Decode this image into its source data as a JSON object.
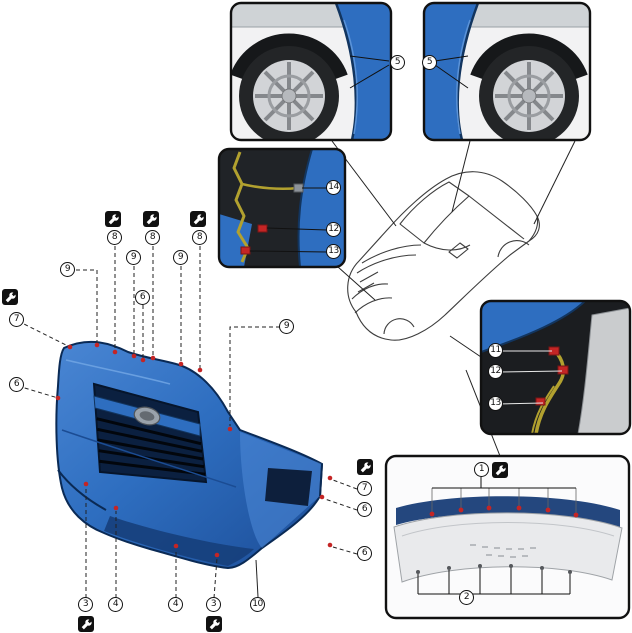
{
  "callouts": [
    {
      "label": "5"
    },
    {
      "label": "5"
    },
    {
      "label": "14"
    },
    {
      "label": "12"
    },
    {
      "label": "13"
    },
    {
      "label": "11"
    },
    {
      "label": "12"
    },
    {
      "label": "13"
    },
    {
      "label": "1"
    },
    {
      "label": "2"
    },
    {
      "label": "7"
    },
    {
      "label": "6"
    },
    {
      "label": "9"
    },
    {
      "label": "8"
    },
    {
      "label": "9"
    },
    {
      "label": "6"
    },
    {
      "label": "8"
    },
    {
      "label": "9"
    },
    {
      "label": "8"
    },
    {
      "label": "9"
    },
    {
      "label": "7"
    },
    {
      "label": "6"
    },
    {
      "label": "6"
    },
    {
      "label": "3"
    },
    {
      "label": "4"
    },
    {
      "label": "4"
    },
    {
      "label": "3"
    },
    {
      "label": "10"
    }
  ],
  "icons": {
    "clip_tool": {
      "name": "clip-removal-tool-icon",
      "shape": "white wrench glyph on black rounded square"
    }
  },
  "colors": {
    "bumper_blue": "#2e6ec0",
    "bumper_blue_dark": "#1c4d97",
    "grille_navy": "#0b2040",
    "clip_red": "#c42525",
    "harness_yellow": "#b2a12f",
    "line_black": "#1a1a1a",
    "panel_silver": "#e9eaec"
  }
}
